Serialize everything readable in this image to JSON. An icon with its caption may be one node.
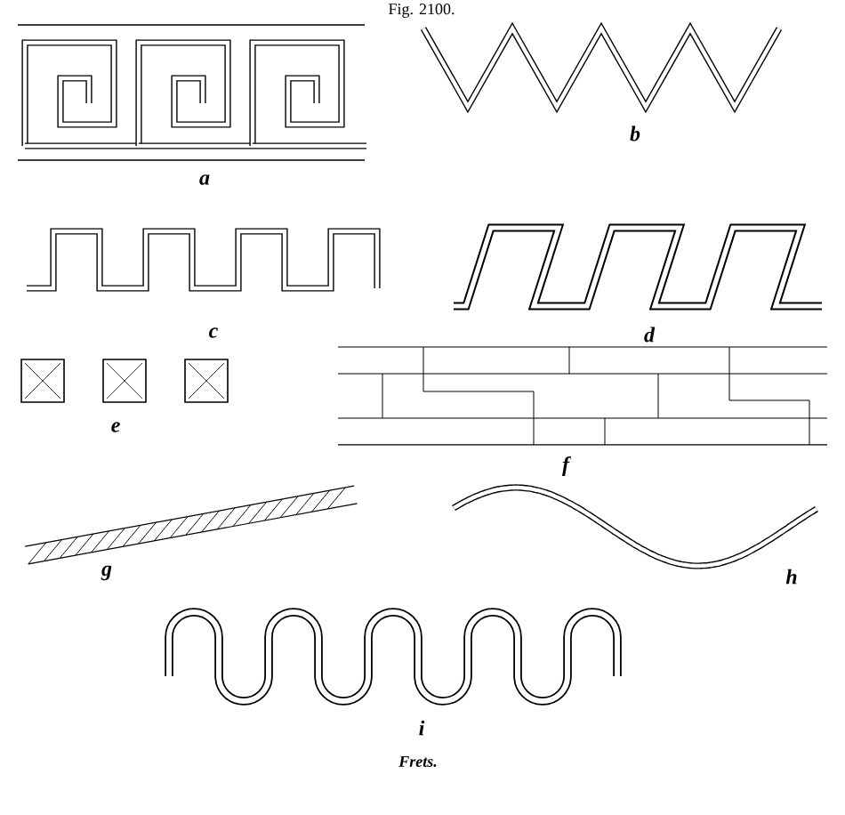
{
  "diagram": {
    "title": "Fig. 2100.",
    "labels": [
      "a",
      "b",
      "c",
      "d",
      "e",
      "f",
      "g",
      "h",
      "i"
    ],
    "caption": "Frets."
  }
}
